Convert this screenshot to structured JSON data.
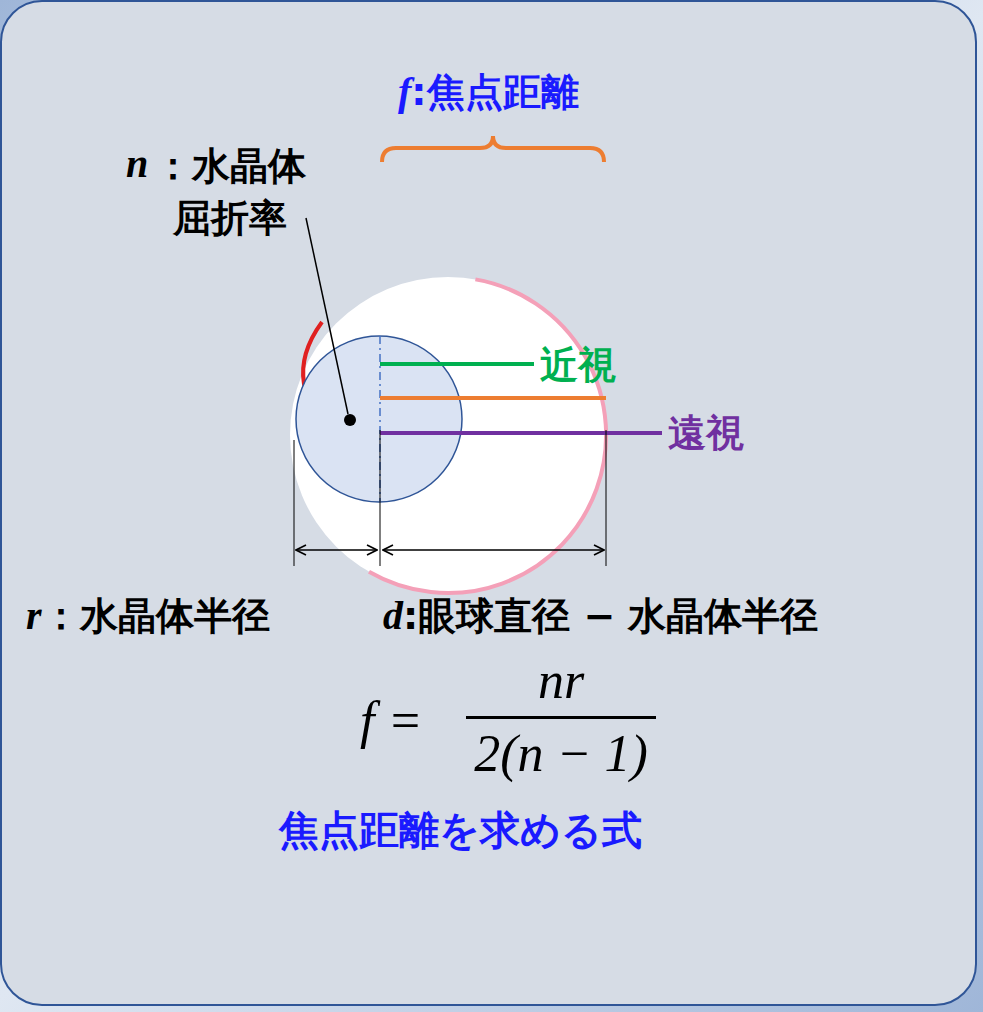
{
  "diagram": {
    "caption": "焦点距離を求める式",
    "labels": [
      "f",
      ":焦点距離",
      "n",
      "：水晶体 屈折率",
      "近視",
      "遠視",
      "r",
      "：水晶体半径",
      "d",
      ":眼球直径 − 水晶体半径",
      "f =",
      "nr",
      "2(n − 1)"
    ]
  }
}
